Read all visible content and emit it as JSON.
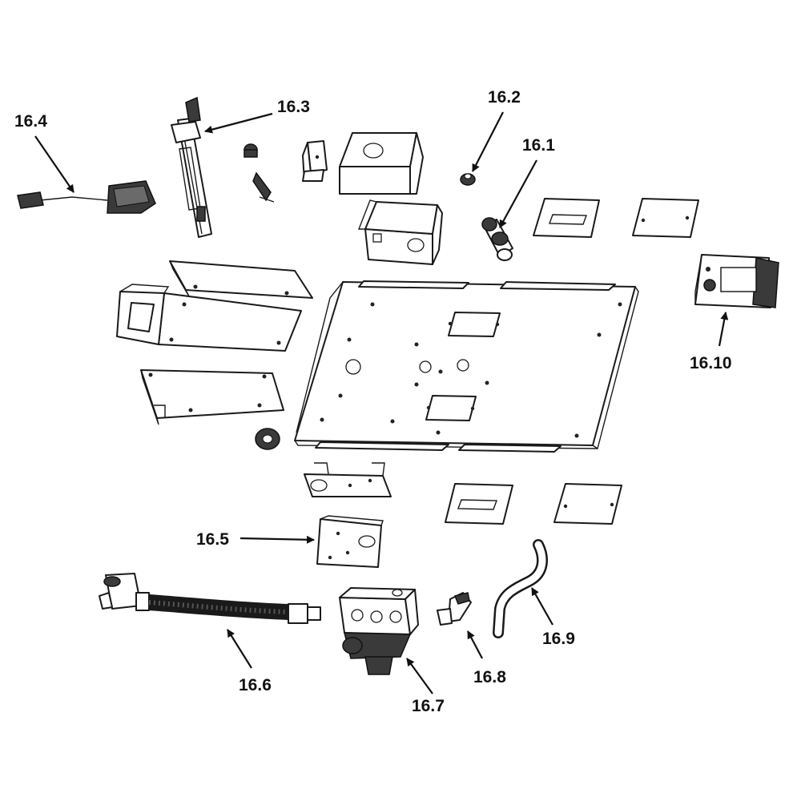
{
  "diagram": {
    "title": "Exploded parts view",
    "callouts": [
      {
        "id": "16.1",
        "label": "16.1"
      },
      {
        "id": "16.2",
        "label": "16.2"
      },
      {
        "id": "16.3",
        "label": "16.3"
      },
      {
        "id": "16.4",
        "label": "16.4"
      },
      {
        "id": "16.5",
        "label": "16.5"
      },
      {
        "id": "16.6",
        "label": "16.6"
      },
      {
        "id": "16.7",
        "label": "16.7"
      },
      {
        "id": "16.8",
        "label": "16.8"
      },
      {
        "id": "16.9",
        "label": "16.9"
      },
      {
        "id": "16.10",
        "label": "16.10"
      }
    ]
  }
}
